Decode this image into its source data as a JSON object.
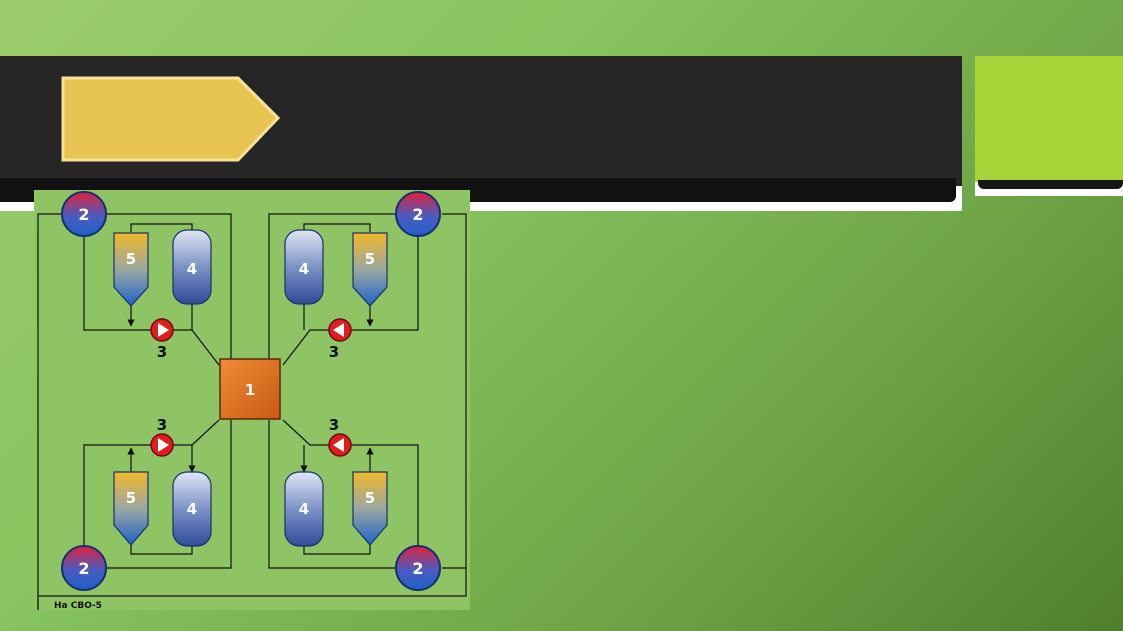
{
  "colors": {
    "banner": "#262626",
    "accent": "#a6d438",
    "arrow_fill": "#e8c552",
    "diagram_bg": "#8ec463",
    "center_fill": "#e0701a",
    "pump_red": "#e01e1e"
  },
  "diagram": {
    "center_label": "1",
    "heat_exchanger_label": "2",
    "pump_label": "3",
    "tank_label": "4",
    "filter_label": "5",
    "outlet_label": "На СВО-5"
  }
}
